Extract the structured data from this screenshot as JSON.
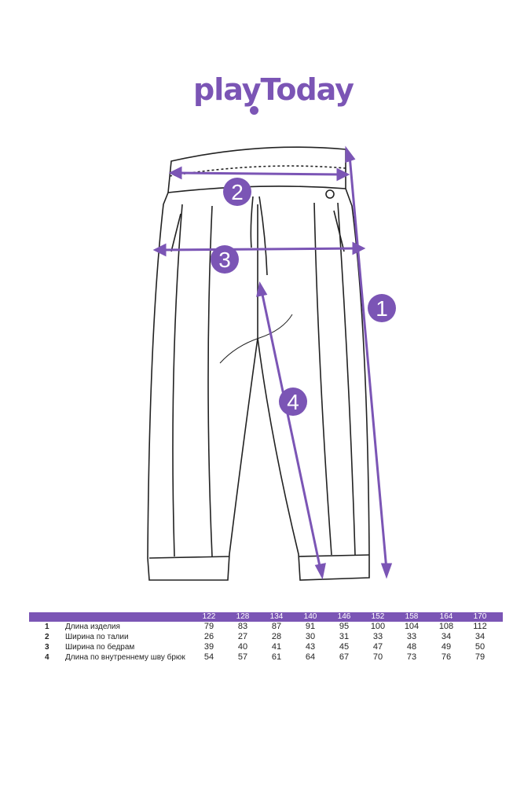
{
  "brand": {
    "logo_text": "playToday",
    "accent_color": "#7b55b5"
  },
  "markers": [
    "1",
    "2",
    "3",
    "4"
  ],
  "table": {
    "sizes": [
      "122",
      "128",
      "134",
      "140",
      "146",
      "152",
      "158",
      "164",
      "170"
    ],
    "rows": [
      {
        "num": "1",
        "label": "Длина изделия",
        "values": [
          "79",
          "83",
          "87",
          "91",
          "95",
          "100",
          "104",
          "108",
          "112"
        ]
      },
      {
        "num": "2",
        "label": "Ширина по талии",
        "values": [
          "26",
          "27",
          "28",
          "30",
          "31",
          "33",
          "33",
          "34",
          "34"
        ]
      },
      {
        "num": "3",
        "label": "Ширина по бедрам",
        "values": [
          "39",
          "40",
          "41",
          "43",
          "45",
          "47",
          "48",
          "49",
          "50"
        ]
      },
      {
        "num": "4",
        "label": "Длина по внутреннему шву брюк",
        "values": [
          "54",
          "57",
          "61",
          "64",
          "67",
          "70",
          "73",
          "76",
          "79"
        ]
      }
    ]
  }
}
